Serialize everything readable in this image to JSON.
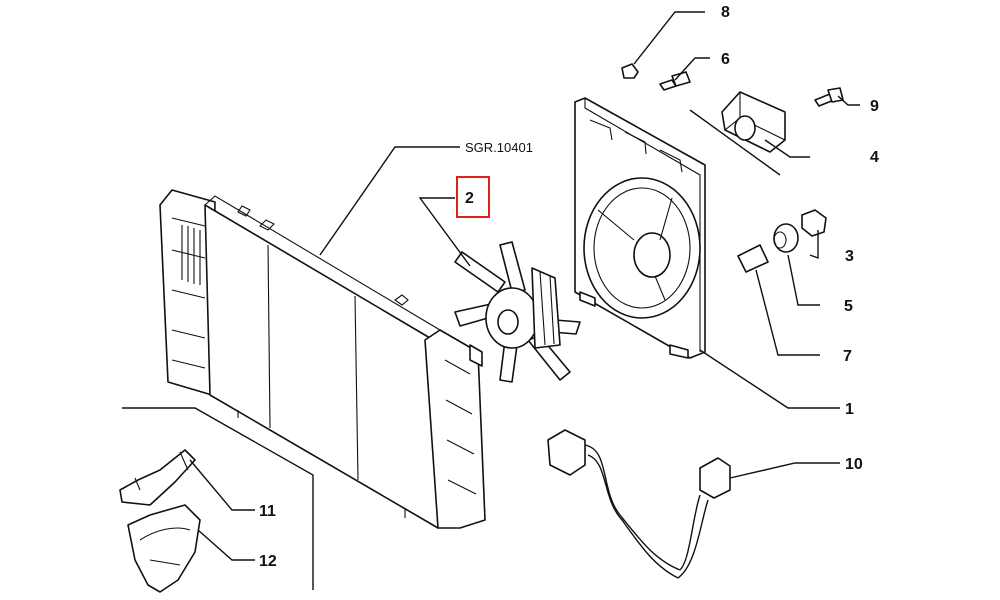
{
  "reference_code": "SGR.10401",
  "callouts": [
    {
      "id": "c1",
      "number": "1"
    },
    {
      "id": "c2",
      "number": "2",
      "highlighted": true
    },
    {
      "id": "c3",
      "number": "3"
    },
    {
      "id": "c4",
      "number": "4"
    },
    {
      "id": "c5",
      "number": "5"
    },
    {
      "id": "c6",
      "number": "6"
    },
    {
      "id": "c7",
      "number": "7"
    },
    {
      "id": "c8",
      "number": "8"
    },
    {
      "id": "c9",
      "number": "9"
    },
    {
      "id": "c10",
      "number": "10"
    },
    {
      "id": "c11",
      "number": "11"
    },
    {
      "id": "c12",
      "number": "12"
    }
  ],
  "colors": {
    "highlight_box": "#e0201b",
    "line": "#111111",
    "background": "#ffffff"
  }
}
